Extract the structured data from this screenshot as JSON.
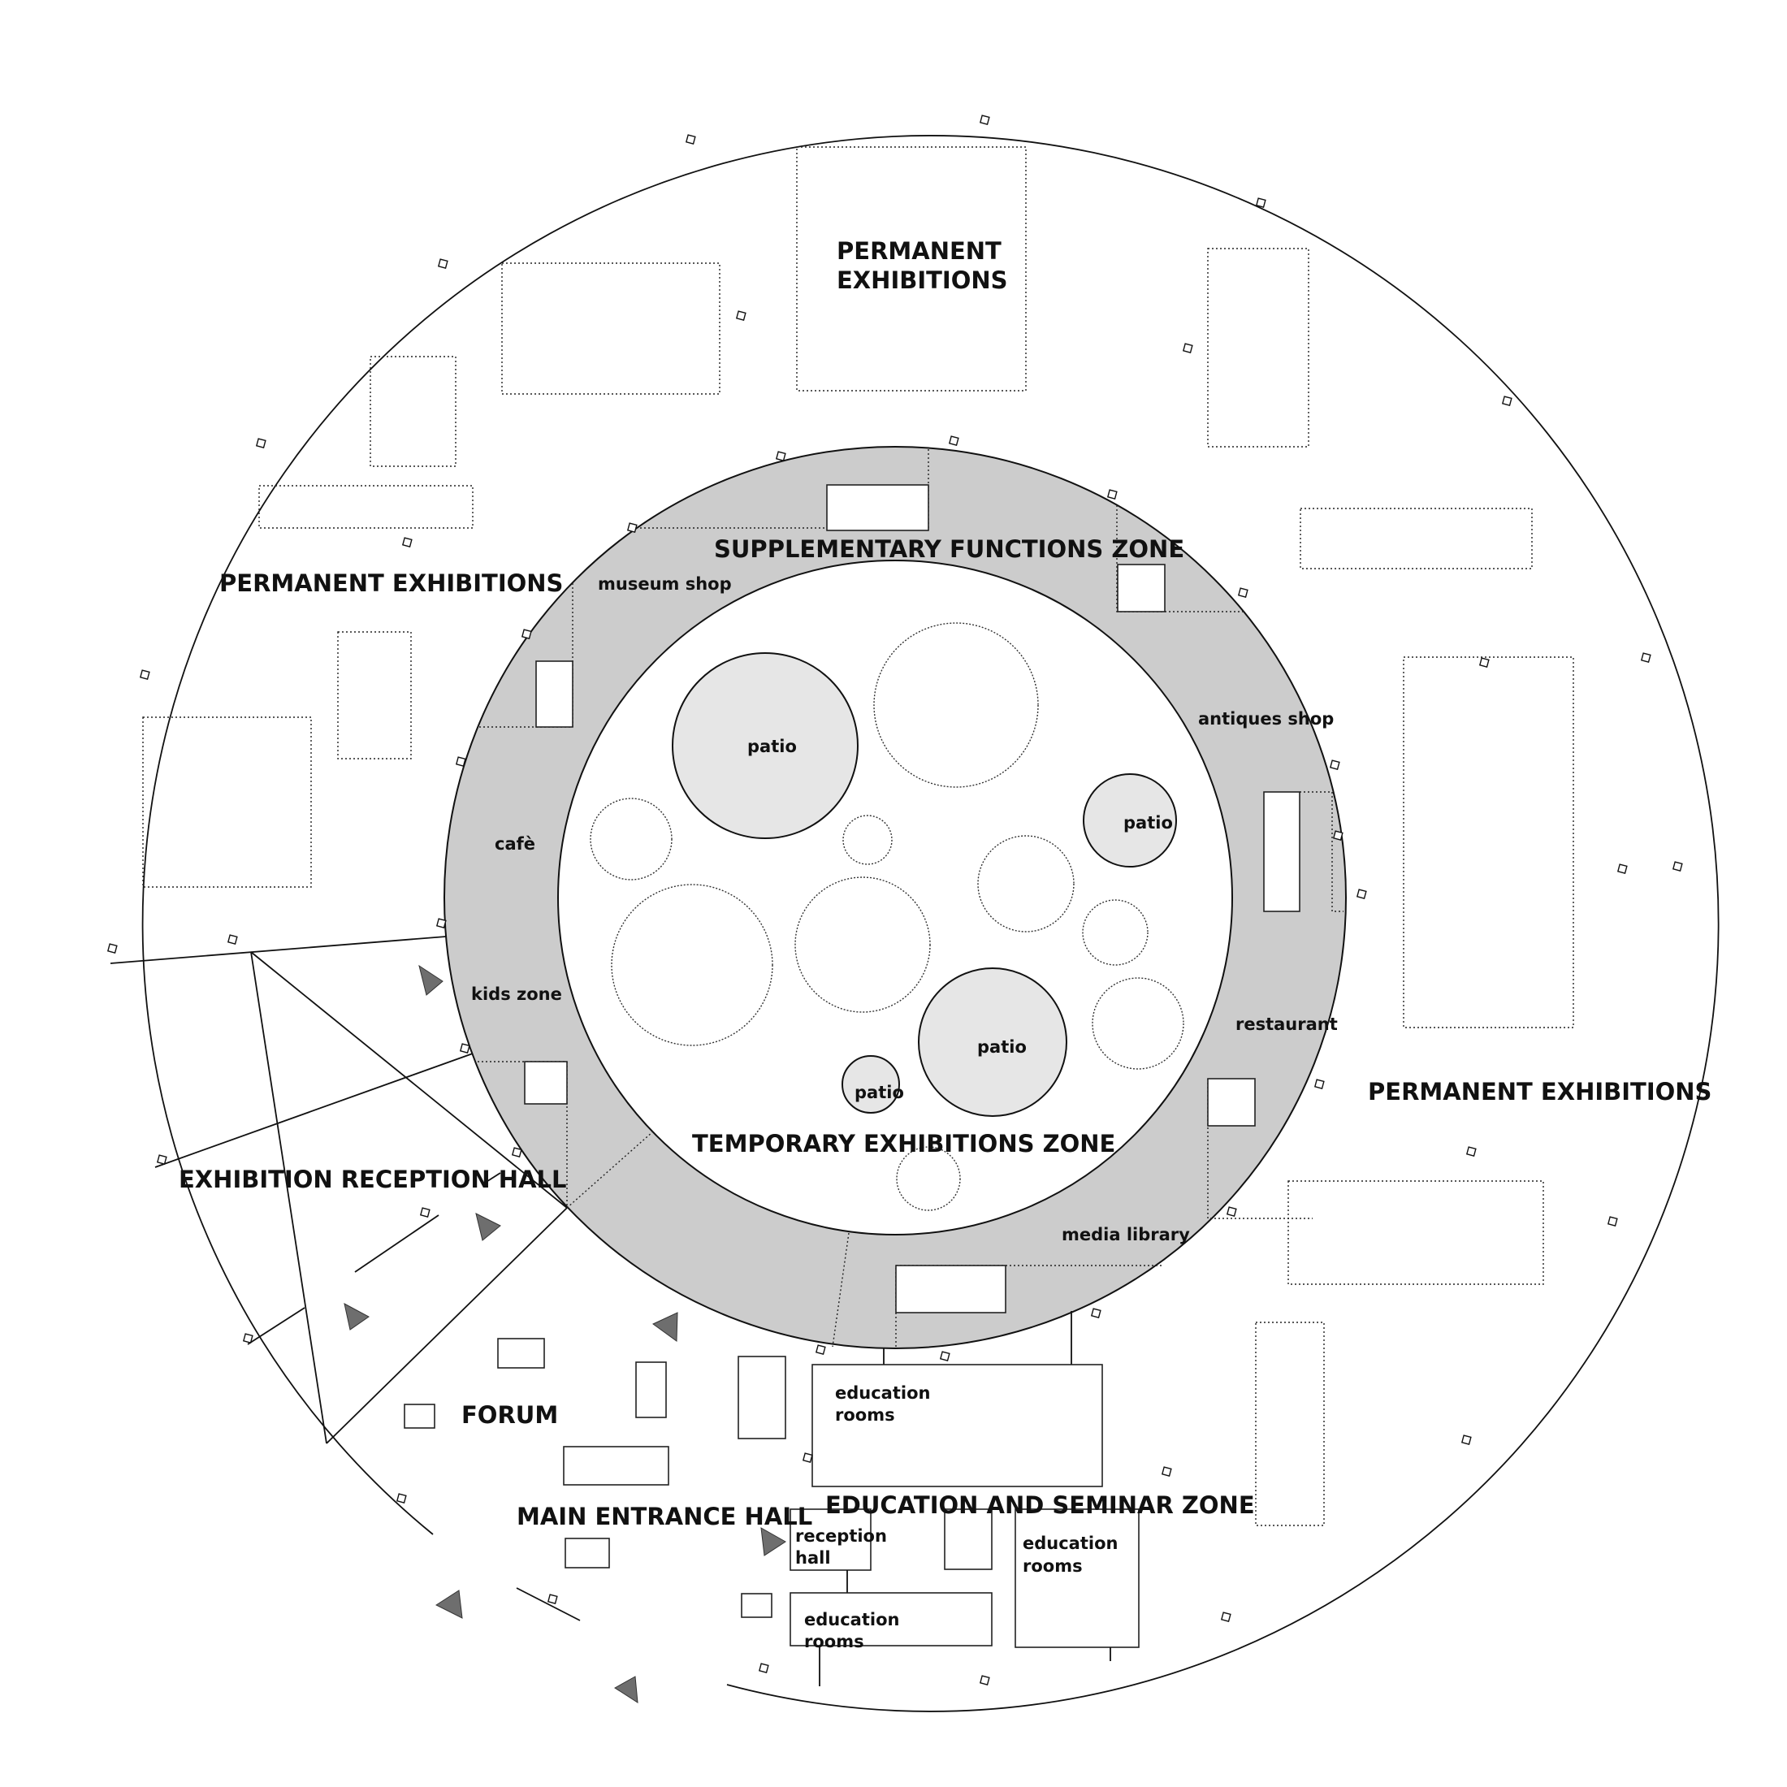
{
  "colors": {
    "ring": "#cccccc",
    "patio": "#e6e6e6",
    "line": "#111111",
    "background": "#ffffff",
    "arrow": "#6e6e6e"
  },
  "labels": {
    "permanent_exhibitions_top_line1": "PERMANENT",
    "permanent_exhibitions_top_line2": "EXHIBITIONS",
    "permanent_exhibitions_left": "PERMANENT EXHIBITIONS",
    "permanent_exhibitions_right": "PERMANENT EXHIBITIONS",
    "supplementary_functions_zone": "SUPPLEMENTARY FUNCTIONS ZONE",
    "temporary_exhibitions_zone": "TEMPORARY EXHIBITIONS ZONE",
    "exhibition_reception_hall": "EXHIBITION RECEPTION HALL",
    "forum": "FORUM",
    "main_entrance_hall": "MAIN ENTRANCE HALL",
    "education_and_seminar_zone": "EDUCATION AND SEMINAR ZONE",
    "museum_shop": "museum shop",
    "antiques_shop": "antiques shop",
    "cafe": "cafè",
    "kids_zone": "kids zone",
    "restaurant": "restaurant",
    "media_library": "media library",
    "patio": "patio",
    "education_rooms_line1": "education",
    "education_rooms_line2": "rooms",
    "reception_hall_line1": "reception",
    "reception_hall_line2": "hall"
  }
}
